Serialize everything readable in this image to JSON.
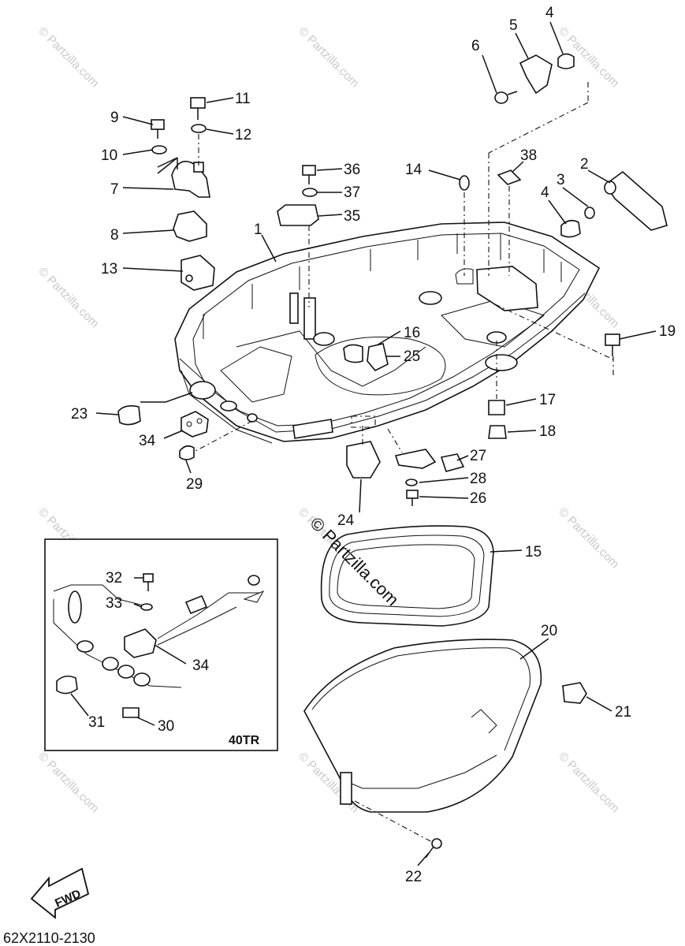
{
  "watermark": "© Partzilla.com",
  "center_watermark": "© Partzilla.com",
  "part_code": "62X2110-2130",
  "fwd_label": "FWD",
  "inset_label": "40TR",
  "callouts": {
    "c1": "1",
    "c2": "2",
    "c3": "3",
    "c4a": "4",
    "c4b": "4",
    "c5": "5",
    "c6": "6",
    "c7": "7",
    "c8": "8",
    "c9": "9",
    "c10": "10",
    "c11": "11",
    "c12": "12",
    "c13": "13",
    "c14": "14",
    "c15": "15",
    "c16": "16",
    "c17": "17",
    "c18": "18",
    "c19": "19",
    "c20": "20",
    "c21": "21",
    "c22": "22",
    "c23": "23",
    "c24": "24",
    "c25": "25",
    "c26": "26",
    "c27": "27",
    "c28": "28",
    "c29": "29",
    "c30": "30",
    "c31": "31",
    "c32": "32",
    "c33": "33",
    "c34a": "34",
    "c34b": "34",
    "c35": "35",
    "c36": "36",
    "c37": "37",
    "c38": "38"
  }
}
